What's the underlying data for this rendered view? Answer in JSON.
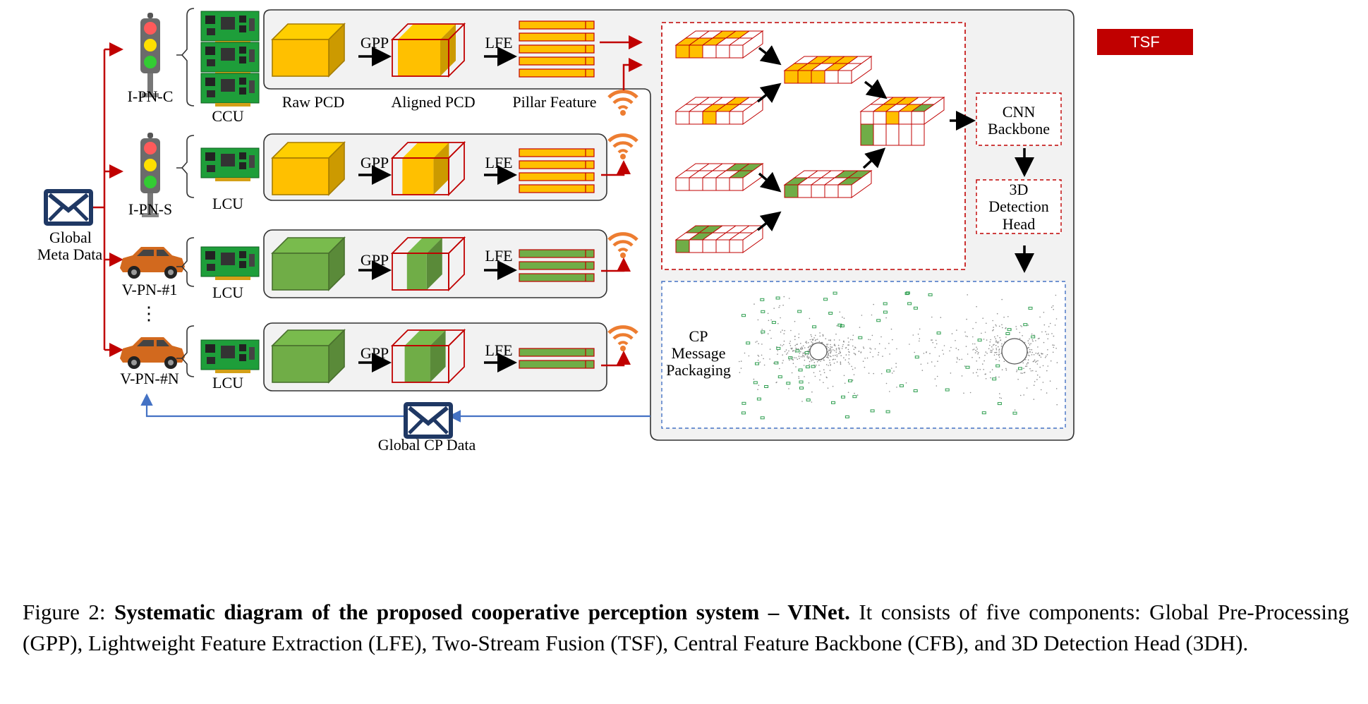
{
  "nodes": {
    "ipn_c": "I-PN-C",
    "ipn_s": "I-PN-S",
    "vpn_1": "V-PN-#1",
    "vpn_n": "V-PN-#N",
    "ellipsis": "⋮"
  },
  "units": {
    "ccu": "CCU",
    "lcu_1": "LCU",
    "lcu_2": "LCU",
    "lcu_3": "LCU"
  },
  "global_meta": {
    "line1": "Global",
    "line2": "Meta Data"
  },
  "global_cp": "Global CP Data",
  "stage_labels": {
    "raw": "Raw PCD",
    "aligned": "Aligned PCD",
    "pillar": "Pillar Feature"
  },
  "arrows": {
    "gpp": "GPP",
    "lfe": "LFE"
  },
  "tsf": "TSF",
  "cnn": {
    "line1": "CNN",
    "line2": "Backbone"
  },
  "det": {
    "line1": "3D",
    "line2": "Detection",
    "line3": "Head"
  },
  "cp": {
    "line1": "CP",
    "line2": "Message",
    "line3": "Packaging"
  },
  "caption": {
    "prefix": "Figure 2: ",
    "title": "Systematic diagram of the proposed cooperative perception system – VINet.",
    "body": " It consists of five components: Global Pre-Processing (GPP), Lightweight Feature Extraction (LFE), Two-Stream Fusion (TSF), Central Feature Backbone (CFB), and 3D Detection Head (3DH)."
  },
  "colors": {
    "infra": "#ffc000",
    "vehicle": "#70ad47",
    "red": "#c00000",
    "blue": "#4472c4",
    "wifi": "#ed7d31",
    "envelope": "#1f3864",
    "panel": "#f2f2f2"
  }
}
